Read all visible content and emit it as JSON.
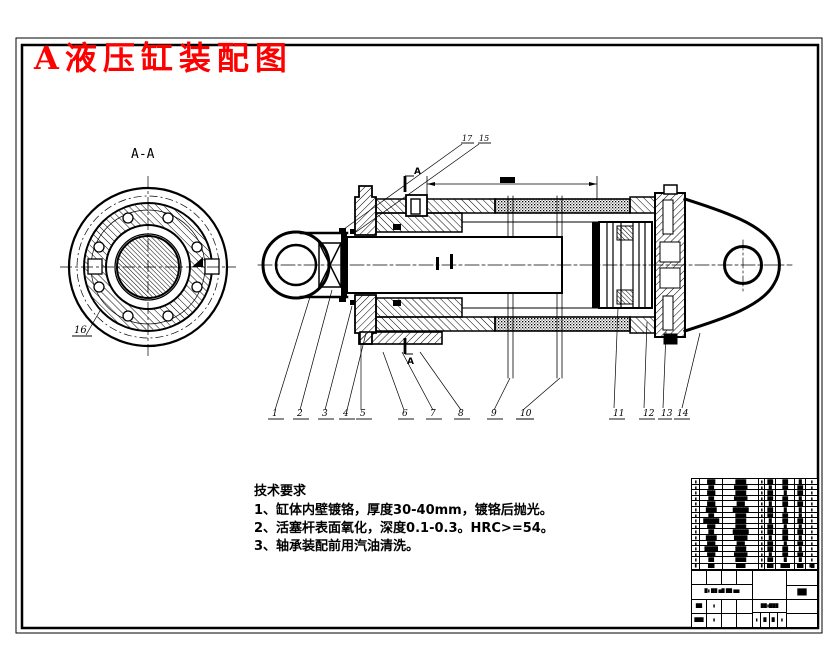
{
  "title": {
    "text": "A液压缸装配图",
    "color": "#ff0000"
  },
  "section_view": {
    "label": "A-A",
    "callout_label": "16"
  },
  "assembly": {
    "section_mark_top": "A",
    "section_mark_bottom": "A",
    "top_callouts": [
      "17",
      "15"
    ],
    "bottom_callouts": [
      "1",
      "2",
      "3",
      "4",
      "5",
      "6",
      "7",
      "8",
      "9",
      "10",
      "11",
      "12",
      "13",
      "14"
    ]
  },
  "tech_requirements": {
    "heading": "技术要求",
    "items": [
      "1、缸体内壁镀铬，厚度30-40mm，镀铬后抛光。",
      "2、活塞杆表面氧化，深度0.1-0.3。HRC>=54。",
      "3、轴承装配前用汽油清洗。"
    ]
  },
  "parts_table": {
    "header": [
      "▮",
      "██",
      "███",
      "▮",
      "██",
      "███",
      "██",
      "▮█"
    ],
    "rows": [
      [
        "▮",
        "███",
        "████",
        "▮",
        "██",
        "██",
        "█",
        "▮"
      ],
      [
        "▮",
        "██",
        "█████",
        "▮",
        "█",
        "██",
        "██",
        "▮"
      ],
      [
        "▮",
        "███",
        "████",
        "▮",
        "██",
        "█",
        "██",
        "▮"
      ],
      [
        "▮",
        "██",
        "█████",
        "▮",
        "██",
        "██",
        "█",
        "▮"
      ],
      [
        "▮",
        "███",
        "███",
        "▮",
        "█",
        "██",
        "██",
        "▮"
      ],
      [
        "▮",
        "████",
        "██████",
        "▮",
        "██",
        "█",
        "█",
        "▮"
      ],
      [
        "▮",
        "██",
        "████",
        "▮",
        "██",
        "██",
        "█",
        "▮"
      ],
      [
        "▮",
        "██████",
        "████",
        "▮",
        "█",
        "██",
        "██",
        "▮"
      ],
      [
        "▮",
        "███",
        "████",
        "▮",
        "██",
        "█",
        "█",
        "▮"
      ],
      [
        "▮",
        "██",
        "██████",
        "▮",
        "██",
        "██",
        "██",
        "▮"
      ],
      [
        "▮",
        "████",
        "█████",
        "▮",
        "█",
        "██",
        "█",
        "▮"
      ],
      [
        "▮",
        "███",
        "███",
        "▮",
        "██",
        "█",
        "██",
        "▮"
      ],
      [
        "▮",
        "█████",
        "████",
        "▮",
        "██",
        "██",
        "█",
        "▮"
      ],
      [
        "▮",
        "███",
        "█████",
        "▮",
        "█",
        "██",
        "██",
        "▮"
      ],
      [
        "▮",
        "██",
        "████",
        "▮",
        "██",
        "█",
        "█",
        "▮"
      ]
    ]
  },
  "title_block": {
    "left_grid": [
      [
        "",
        "",
        "",
        ""
      ],
      [
        "█▮ ██ ▆█ ██ ▆▆"
      ],
      [
        "██",
        "▮",
        "",
        ""
      ],
      [
        "███",
        "▮",
        "",
        ""
      ]
    ],
    "mid_row_blob": "██▮███",
    "mid_bottom_cells": [
      "▮",
      "█",
      "█",
      "▮"
    ],
    "name_blob": "██"
  }
}
